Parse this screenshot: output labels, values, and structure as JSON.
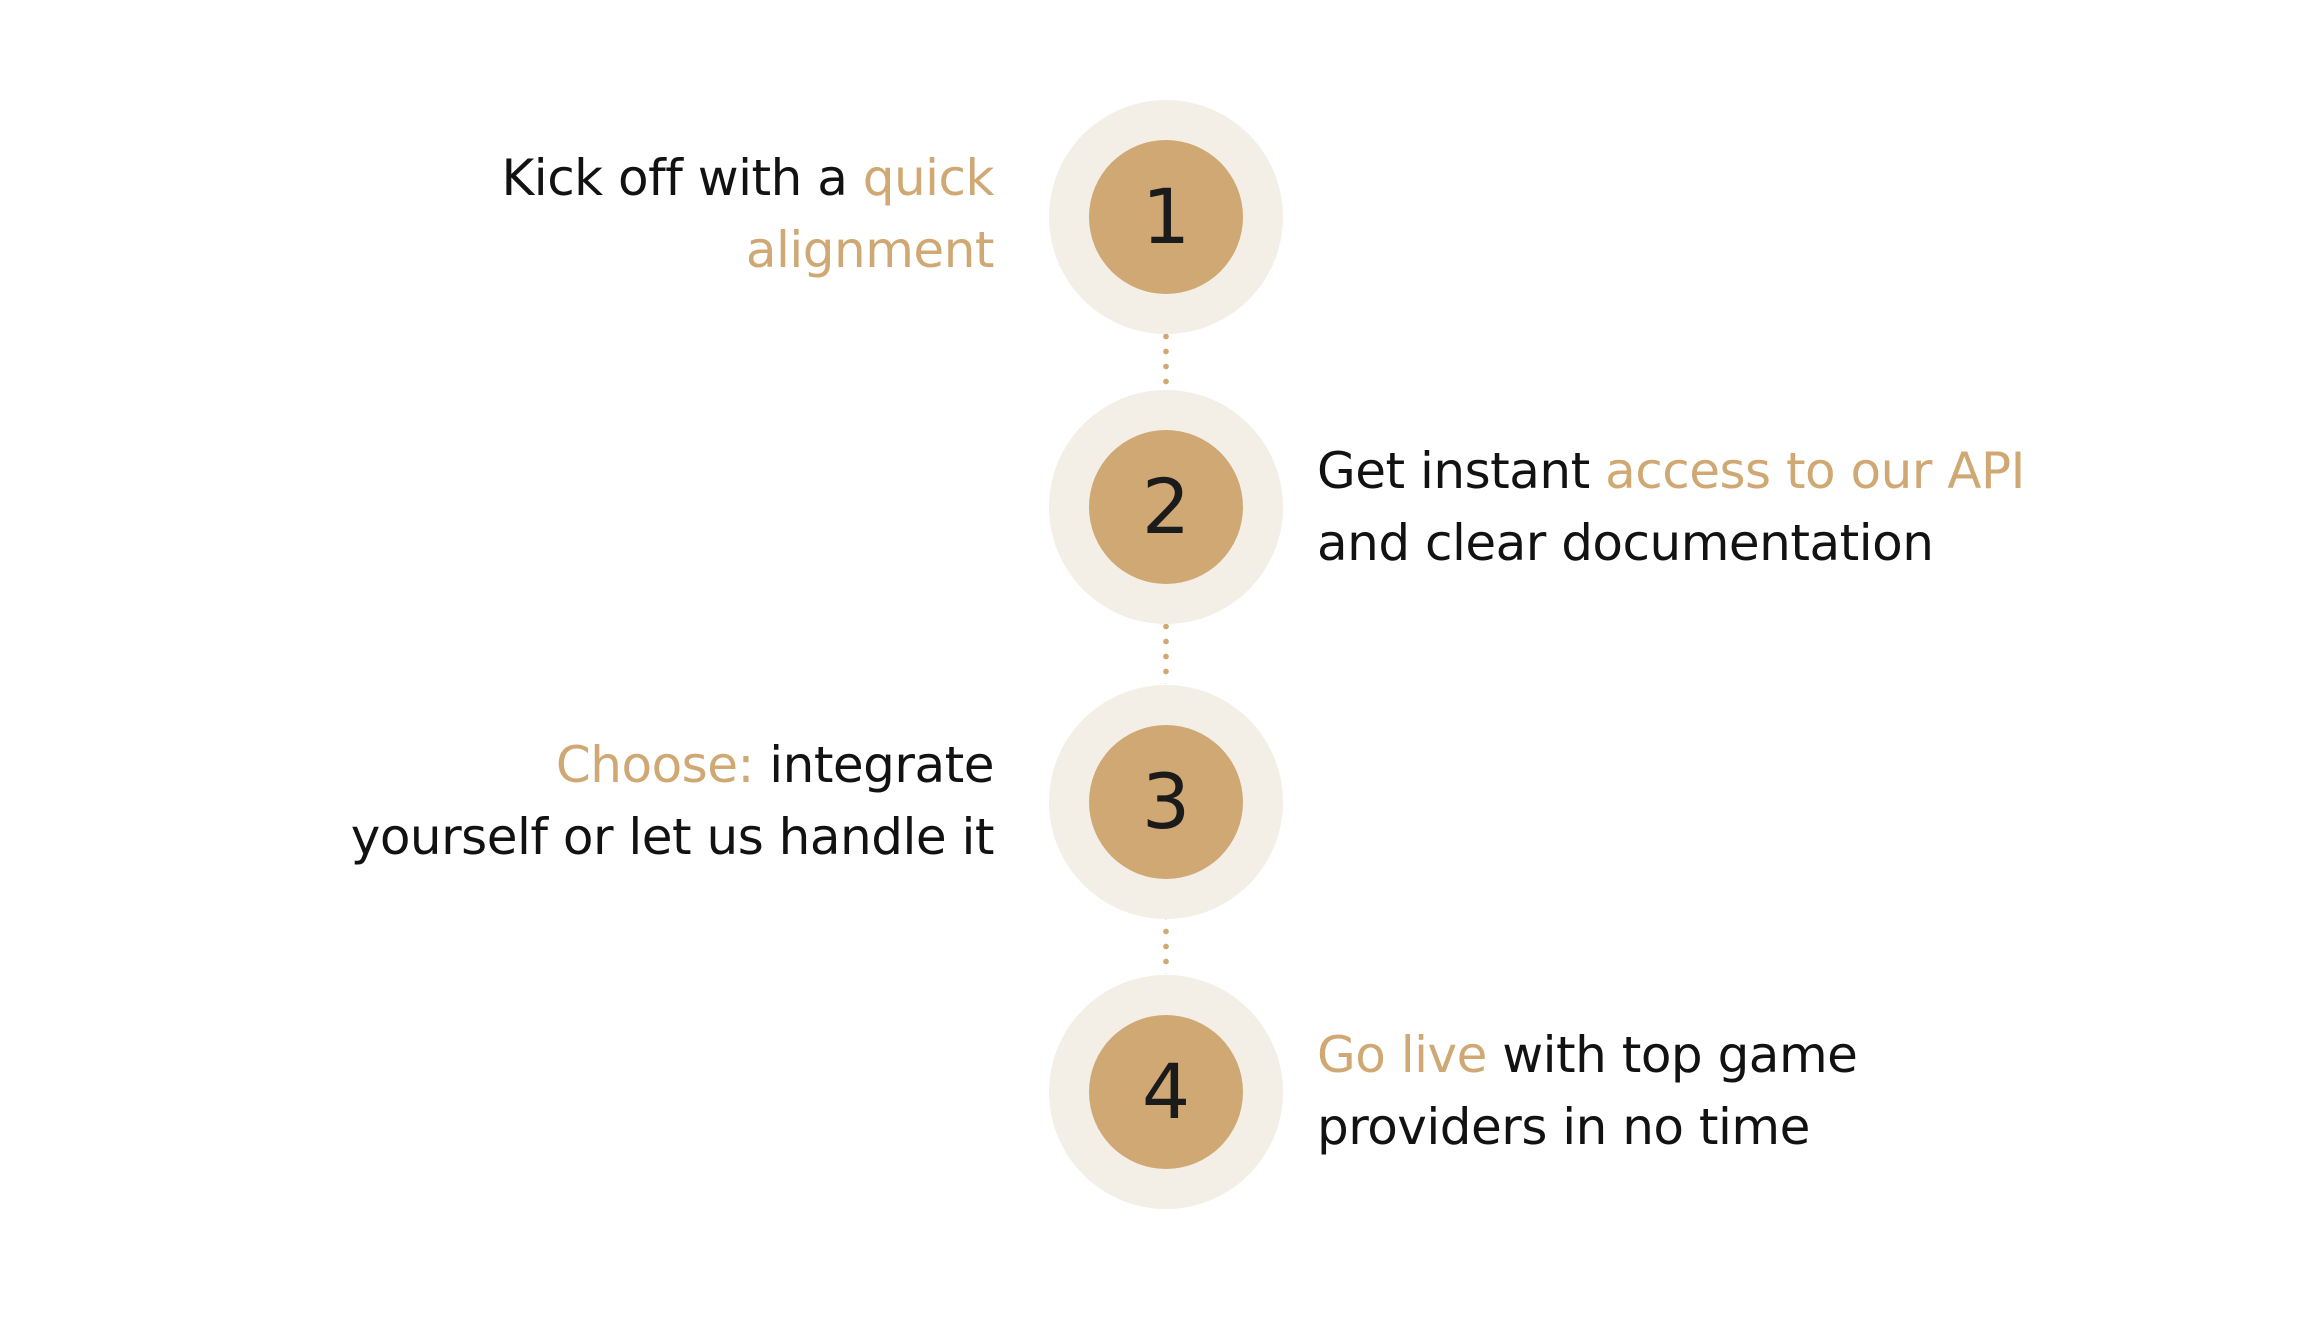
{
  "colors": {
    "accent": "#cfa874",
    "circle_outer": "#f4efe6",
    "text": "#121212",
    "background": "#ffffff"
  },
  "steps": [
    {
      "number": "1",
      "lines": [
        {
          "a": "Kick off with a ",
          "b": "quick",
          "c": ""
        },
        {
          "a": "",
          "b": "alignment",
          "c": ""
        }
      ]
    },
    {
      "number": "2",
      "lines": [
        {
          "a": "Get instant ",
          "b": "access to our API",
          "c": ""
        },
        {
          "a": "and clear documentation",
          "b": "",
          "c": ""
        }
      ]
    },
    {
      "number": "3",
      "lines": [
        {
          "a": "",
          "b": "Choose:",
          "c": " integrate"
        },
        {
          "a": "yourself or let us handle it",
          "b": "",
          "c": ""
        }
      ]
    },
    {
      "number": "4",
      "lines": [
        {
          "a": "",
          "b": "Go live",
          "c": " with top game"
        },
        {
          "a": "providers in no time",
          "b": "",
          "c": ""
        }
      ]
    }
  ]
}
